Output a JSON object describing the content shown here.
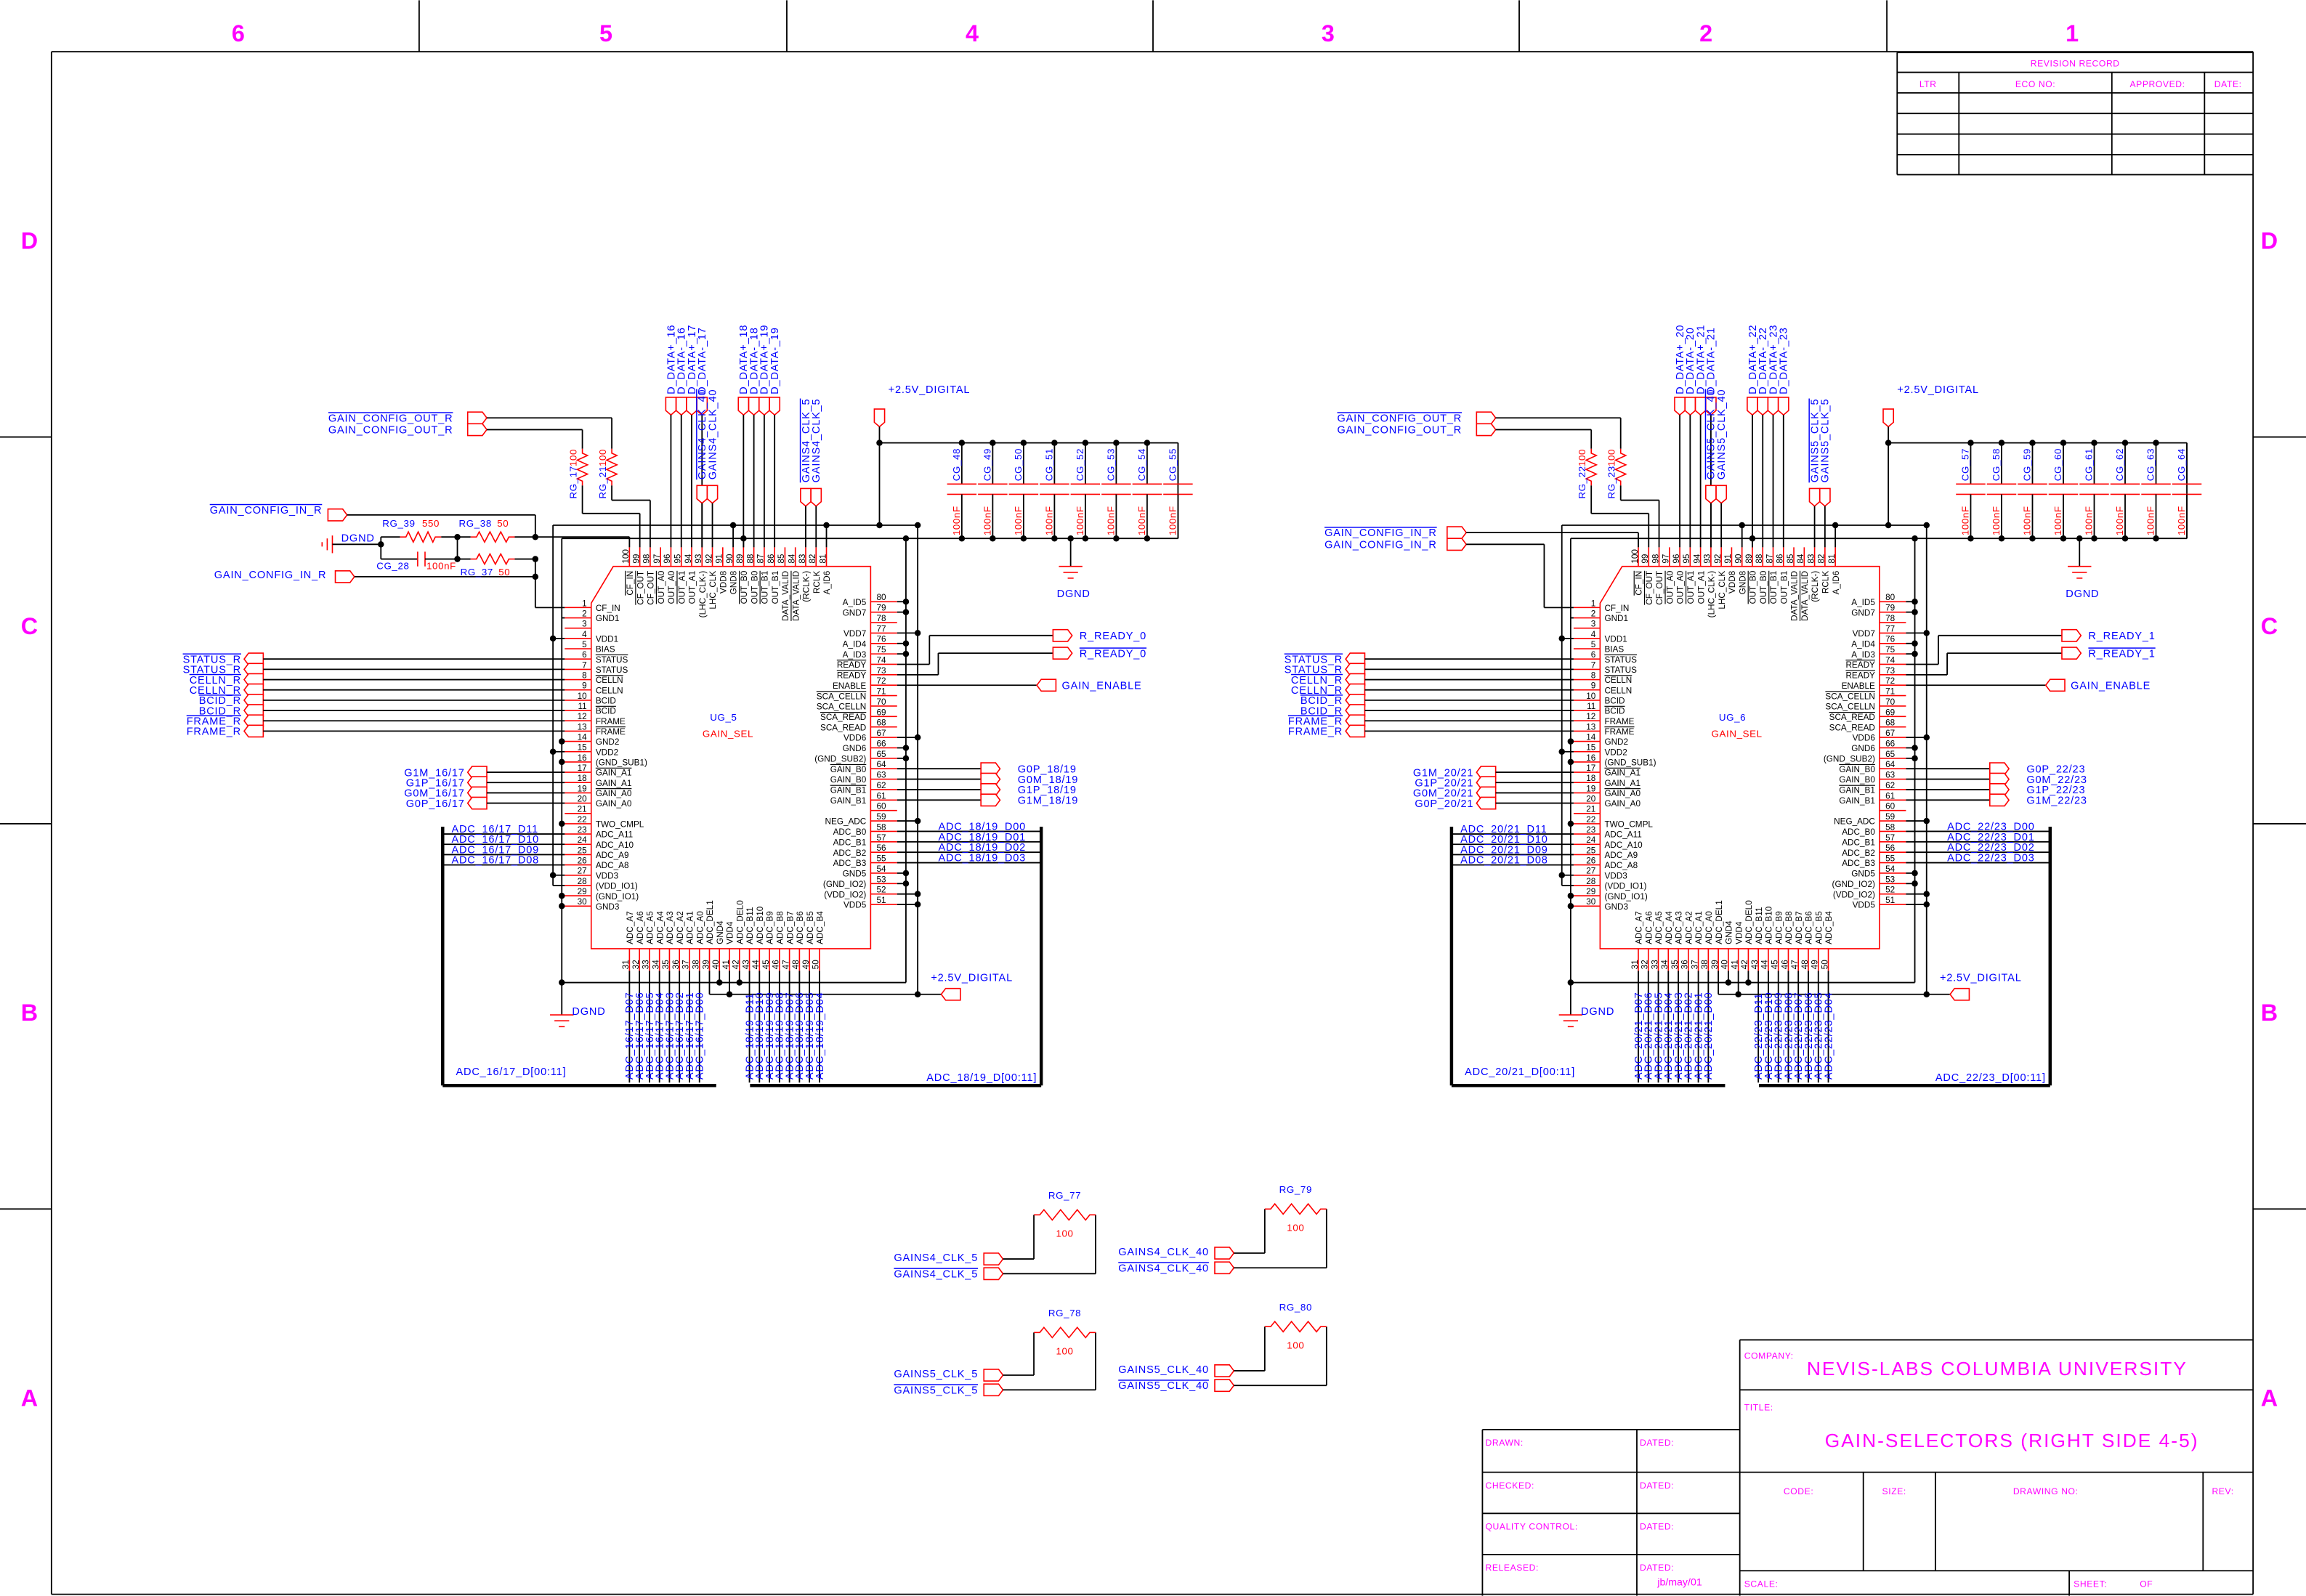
{
  "colors": {
    "frame_text": "#ff00ff",
    "net_label": "#0000ff",
    "component": "#ff0000",
    "wire": "#000000"
  },
  "zones": {
    "columns": [
      "6",
      "5",
      "4",
      "3",
      "2",
      "1"
    ],
    "rows": [
      "D",
      "C",
      "B",
      "A"
    ]
  },
  "revision_record": {
    "title": "REVISION RECORD",
    "headers": [
      "LTR",
      "ECO NO:",
      "APPROVED:",
      "DATE:"
    ]
  },
  "title_block": {
    "company_label": "COMPANY:",
    "company": "NEVIS-LABS COLUMBIA UNIVERSITY",
    "title_label": "TITLE:",
    "title": "GAIN-SELECTORS (RIGHT SIDE 4-5)",
    "drawn_label": "DRAWN:",
    "checked_label": "CHECKED:",
    "quality_label": "QUALITY CONTROL:",
    "released_label": "RELEASED:",
    "dated_label": "DATED:",
    "released_date": "jb/may/01",
    "code_label": "CODE:",
    "size_label": "SIZE:",
    "drawing_no_label": "DRAWING NO:",
    "rev_label": "REV:",
    "scale_label": "SCALE:",
    "sheet_label": "SHEET:",
    "of_label": "OF"
  },
  "pins": {
    "left": [
      {
        "n": "1",
        "name": "CF_IN"
      },
      {
        "n": "2",
        "name": "GND1"
      },
      {
        "n": "3",
        "name": ""
      },
      {
        "n": "4",
        "name": "VDD1"
      },
      {
        "n": "5",
        "name": "BIAS"
      },
      {
        "n": "6",
        "name": "STATUS",
        "bar": true
      },
      {
        "n": "7",
        "name": "STATUS"
      },
      {
        "n": "8",
        "name": "CELLN",
        "bar": true
      },
      {
        "n": "9",
        "name": "CELLN"
      },
      {
        "n": "10",
        "name": "BCID"
      },
      {
        "n": "11",
        "name": "BCID",
        "bar": true
      },
      {
        "n": "12",
        "name": "FRAME"
      },
      {
        "n": "13",
        "name": "FRAME",
        "bar": true
      },
      {
        "n": "14",
        "name": "GND2"
      },
      {
        "n": "15",
        "name": "VDD2"
      },
      {
        "n": "16",
        "name": "(GND_SUB1)"
      },
      {
        "n": "17",
        "name": "GAIN_A1",
        "bar": true
      },
      {
        "n": "18",
        "name": "GAIN_A1"
      },
      {
        "n": "19",
        "name": "GAIN_A0",
        "bar": true
      },
      {
        "n": "20",
        "name": "GAIN_A0"
      },
      {
        "n": "21",
        "name": ""
      },
      {
        "n": "22",
        "name": "TWO_CMPL"
      },
      {
        "n": "23",
        "name": "ADC_A11"
      },
      {
        "n": "24",
        "name": "ADC_A10"
      },
      {
        "n": "25",
        "name": "ADC_A9"
      },
      {
        "n": "26",
        "name": "ADC_A8"
      },
      {
        "n": "27",
        "name": "VDD3"
      },
      {
        "n": "28",
        "name": "(VDD_IO1)"
      },
      {
        "n": "29",
        "name": "(GND_IO1)"
      },
      {
        "n": "30",
        "name": "GND3"
      }
    ],
    "right": [
      {
        "n": "80",
        "name": "A_ID5"
      },
      {
        "n": "79",
        "name": "GND7"
      },
      {
        "n": "78",
        "name": ""
      },
      {
        "n": "77",
        "name": "VDD7"
      },
      {
        "n": "76",
        "name": "A_ID4"
      },
      {
        "n": "75",
        "name": "A_ID3"
      },
      {
        "n": "74",
        "name": "READY",
        "bar": true
      },
      {
        "n": "73",
        "name": "READY",
        "bar": true
      },
      {
        "n": "72",
        "name": "ENABLE"
      },
      {
        "n": "71",
        "name": "SCA_CELLN",
        "bar": true
      },
      {
        "n": "70",
        "name": "SCA_CELLN"
      },
      {
        "n": "69",
        "name": "SCA_READ",
        "bar": true
      },
      {
        "n": "68",
        "name": "SCA_READ"
      },
      {
        "n": "67",
        "name": "VDD6"
      },
      {
        "n": "66",
        "name": "GND6"
      },
      {
        "n": "65",
        "name": "(GND_SUB2)"
      },
      {
        "n": "64",
        "name": "GAIN_B0",
        "bar": true
      },
      {
        "n": "63",
        "name": "GAIN_B0"
      },
      {
        "n": "62",
        "name": "GAIN_B1",
        "bar": true
      },
      {
        "n": "61",
        "name": "GAIN_B1"
      },
      {
        "n": "60",
        "name": ""
      },
      {
        "n": "59",
        "name": "NEG_ADC"
      },
      {
        "n": "58",
        "name": "ADC_B0"
      },
      {
        "n": "57",
        "name": "ADC_B1"
      },
      {
        "n": "56",
        "name": "ADC_B2"
      },
      {
        "n": "55",
        "name": "ADC_B3"
      },
      {
        "n": "54",
        "name": "GND5"
      },
      {
        "n": "53",
        "name": "(GND_IO2)"
      },
      {
        "n": "52",
        "name": "(VDD_IO2)"
      },
      {
        "n": "51",
        "name": "VDD5"
      }
    ],
    "top": [
      {
        "n": "100",
        "name": "CF_IN",
        "bar": true
      },
      {
        "n": "99",
        "name": "CF_OUT",
        "bar": true
      },
      {
        "n": "98",
        "name": "CF_OUT"
      },
      {
        "n": "97",
        "name": "OUT_A0",
        "bar": true
      },
      {
        "n": "96",
        "name": "OUT_A0"
      },
      {
        "n": "95",
        "name": "OUT_A1",
        "bar": true
      },
      {
        "n": "94",
        "name": "OUT_A1"
      },
      {
        "n": "93",
        "name": "(LHC_CLK-)"
      },
      {
        "n": "92",
        "name": "LHC_CLK"
      },
      {
        "n": "91",
        "name": "VDD8"
      },
      {
        "n": "90",
        "name": "GND8"
      },
      {
        "n": "89",
        "name": "OUT_B0",
        "bar": true
      },
      {
        "n": "88",
        "name": "OUT_B0"
      },
      {
        "n": "87",
        "name": "OUT_B1",
        "bar": true
      },
      {
        "n": "86",
        "name": "OUT_B1"
      },
      {
        "n": "85",
        "name": "DATA_VALID"
      },
      {
        "n": "84",
        "name": "DATA_VALID",
        "bar": true
      },
      {
        "n": "83",
        "name": "(RCLK-)"
      },
      {
        "n": "82",
        "name": "RCLK"
      },
      {
        "n": "81",
        "name": "A_ID6"
      }
    ],
    "bottom": [
      {
        "n": "31",
        "name": "ADC_A7"
      },
      {
        "n": "32",
        "name": "ADC_A6"
      },
      {
        "n": "33",
        "name": "ADC_A5"
      },
      {
        "n": "34",
        "name": "ADC_A4"
      },
      {
        "n": "35",
        "name": "ADC_A3"
      },
      {
        "n": "36",
        "name": "ADC_A2"
      },
      {
        "n": "37",
        "name": "ADC_A1"
      },
      {
        "n": "38",
        "name": "ADC_A0"
      },
      {
        "n": "39",
        "name": "ADC_DEL1"
      },
      {
        "n": "40",
        "name": "GND4"
      },
      {
        "n": "41",
        "name": "VDD4"
      },
      {
        "n": "42",
        "name": "ADC_DEL0"
      },
      {
        "n": "43",
        "name": "ADC_B11"
      },
      {
        "n": "44",
        "name": "ADC_B10"
      },
      {
        "n": "45",
        "name": "ADC_B9"
      },
      {
        "n": "46",
        "name": "ADC_B8"
      },
      {
        "n": "47",
        "name": "ADC_B7"
      },
      {
        "n": "48",
        "name": "ADC_B6"
      },
      {
        "n": "49",
        "name": "ADC_B5"
      },
      {
        "n": "50",
        "name": "ADC_B4"
      }
    ]
  },
  "units": [
    {
      "ref": "UG_5",
      "value": "GAIN_SEL",
      "power": "+2.5V_DIGITAL",
      "ground": "DGND",
      "config_out": [
        "GAIN_CONFIG_OUT_R",
        "GAIN_CONFIG_OUT_R"
      ],
      "config_in": [
        "GAIN_CONFIG_IN_R",
        "GAIN_CONFIG_IN_R"
      ],
      "config_resistors": [
        {
          "ref": "RG_17",
          "value": "100"
        },
        {
          "ref": "RG_21",
          "value": "100"
        }
      ],
      "input_network": {
        "ground": "DGND",
        "r_top_a": {
          "ref": "RG_39",
          "value": "550"
        },
        "r_top_b": {
          "ref": "RG_38",
          "value": "50"
        },
        "r_bot": {
          "ref": "RG_37",
          "value": "50"
        },
        "cap": {
          "ref": "CG_28",
          "value": "100nF"
        }
      },
      "top_data_a": [
        "D_DATA+_16",
        "D_DATA-_16",
        "D_DATA+_17",
        "D_DATA-_17"
      ],
      "clk40": [
        "GAINS4_CLK_40",
        "GAINS4_CLK_40"
      ],
      "top_data_b": [
        "D_DATA+_18",
        "D_DATA-_18",
        "D_DATA+_19",
        "D_DATA-_19"
      ],
      "clk5": [
        "GAINS4_CLK_5",
        "GAINS4_CLK_5"
      ],
      "left_nets": [
        "STATUS_R",
        "STATUS_R",
        "CELLN_R",
        "CELLN_R",
        "BCID_R",
        "BCID_R",
        "FRAME_R",
        "FRAME_R"
      ],
      "gain_in": [
        "G1M_16/17",
        "G1P_16/17",
        "G0M_16/17",
        "G0P_16/17"
      ],
      "adc_a_hi": [
        "ADC_16/17_D11",
        "ADC_16/17_D10",
        "ADC_16/17_D09",
        "ADC_16/17_D08"
      ],
      "adc_a_lo": [
        "ADC_16/17_D07",
        "ADC_16/17_D06",
        "ADC_16/17_D05",
        "ADC_16/17_D04",
        "ADC_16/17_D03",
        "ADC_16/17_D02",
        "ADC_16/17_D01",
        "ADC_16/17_D00"
      ],
      "bus_a": "ADC_16/17_D[00:11]",
      "ready": [
        "R_READY_0",
        "R_READY_0"
      ],
      "enable": "GAIN_ENABLE",
      "gain_out": [
        "G0P_18/19",
        "G0M_18/19",
        "G1P_18/19",
        "G1M_18/19"
      ],
      "adc_b_lo": [
        "ADC_18/19_D00",
        "ADC_18/19_D01",
        "ADC_18/19_D02",
        "ADC_18/19_D03"
      ],
      "adc_b_hi": [
        "ADC_18/19_D11",
        "ADC_18/19_D10",
        "ADC_18/19_D09",
        "ADC_18/19_D08",
        "ADC_18/19_D07",
        "ADC_18/19_D06",
        "ADC_18/19_D05",
        "ADC_18/19_D04"
      ],
      "bus_b": "ADC_18/19_D[00:11]",
      "caps": [
        {
          "ref": "CG_48",
          "value": "100nF"
        },
        {
          "ref": "CG_49",
          "value": "100nF"
        },
        {
          "ref": "CG_50",
          "value": "100nF"
        },
        {
          "ref": "CG_51",
          "value": "100nF"
        },
        {
          "ref": "CG_52",
          "value": "100nF"
        },
        {
          "ref": "CG_53",
          "value": "100nF"
        },
        {
          "ref": "CG_54",
          "value": "100nF"
        },
        {
          "ref": "CG_55",
          "value": "100nF"
        }
      ]
    },
    {
      "ref": "UG_6",
      "value": "GAIN_SEL",
      "power": "+2.5V_DIGITAL",
      "ground": "DGND",
      "config_out": [
        "GAIN_CONFIG_OUT_R",
        "GAIN_CONFIG_OUT_R"
      ],
      "config_in": [
        "GAIN_CONFIG_IN_R",
        "GAIN_CONFIG_IN_R"
      ],
      "config_resistors": [
        {
          "ref": "RG_22",
          "value": "100"
        },
        {
          "ref": "RG_23",
          "value": "100"
        }
      ],
      "top_data_a": [
        "D_DATA+_20",
        "D_DATA-_20",
        "D_DATA+_21",
        "D_DATA-_21"
      ],
      "clk40": [
        "GAINS5_CLK_40",
        "GAINS5_CLK_40"
      ],
      "top_data_b": [
        "D_DATA+_22",
        "D_DATA-_22",
        "D_DATA+_23",
        "D_DATA-_23"
      ],
      "clk5": [
        "GAINS5_CLK_5",
        "GAINS5_CLK_5"
      ],
      "left_nets": [
        "STATUS_R",
        "STATUS_R",
        "CELLN_R",
        "CELLN_R",
        "BCID_R",
        "BCID_R",
        "FRAME_R",
        "FRAME_R"
      ],
      "gain_in": [
        "G1M_20/21",
        "G1P_20/21",
        "G0M_20/21",
        "G0P_20/21"
      ],
      "adc_a_hi": [
        "ADC_20/21_D11",
        "ADC_20/21_D10",
        "ADC_20/21_D09",
        "ADC_20/21_D08"
      ],
      "adc_a_lo": [
        "ADC_20/21_D07",
        "ADC_20/21_D06",
        "ADC_20/21_D05",
        "ADC_20/21_D04",
        "ADC_20/21_D03",
        "ADC_20/21_D02",
        "ADC_20/21_D01",
        "ADC_20/21_D00"
      ],
      "bus_a": "ADC_20/21_D[00:11]",
      "ready": [
        "R_READY_1",
        "R_READY_1"
      ],
      "enable": "GAIN_ENABLE",
      "gain_out": [
        "G0P_22/23",
        "G0M_22/23",
        "G1P_22/23",
        "G1M_22/23"
      ],
      "adc_b_lo": [
        "ADC_22/23_D00",
        "ADC_22/23_D01",
        "ADC_22/23_D02",
        "ADC_22/23_D03"
      ],
      "adc_b_hi": [
        "ADC_22/23_D11",
        "ADC_22/23_D10",
        "ADC_22/23_D09",
        "ADC_22/23_D08",
        "ADC_22/23_D07",
        "ADC_22/23_D06",
        "ADC_22/23_D05",
        "ADC_22/23_D04"
      ],
      "bus_b": "ADC_22/23_D[00:11]",
      "caps": [
        {
          "ref": "CG_57",
          "value": "100nF"
        },
        {
          "ref": "CG_58",
          "value": "100nF"
        },
        {
          "ref": "CG_59",
          "value": "100nF"
        },
        {
          "ref": "CG_60",
          "value": "100nF"
        },
        {
          "ref": "CG_61",
          "value": "100nF"
        },
        {
          "ref": "CG_62",
          "value": "100nF"
        },
        {
          "ref": "CG_63",
          "value": "100nF"
        },
        {
          "ref": "CG_64",
          "value": "100nF"
        }
      ]
    }
  ],
  "clock_terminations": [
    {
      "ref": "RG_77",
      "value": "100",
      "nets": [
        "GAINS4_CLK_5",
        "GAINS4_CLK_5"
      ]
    },
    {
      "ref": "RG_79",
      "value": "100",
      "nets": [
        "GAINS4_CLK_40",
        "GAINS4_CLK_40"
      ]
    },
    {
      "ref": "RG_78",
      "value": "100",
      "nets": [
        "GAINS5_CLK_5",
        "GAINS5_CLK_5"
      ]
    },
    {
      "ref": "RG_80",
      "value": "100",
      "nets": [
        "GAINS5_CLK_40",
        "GAINS5_CLK_40"
      ]
    }
  ]
}
